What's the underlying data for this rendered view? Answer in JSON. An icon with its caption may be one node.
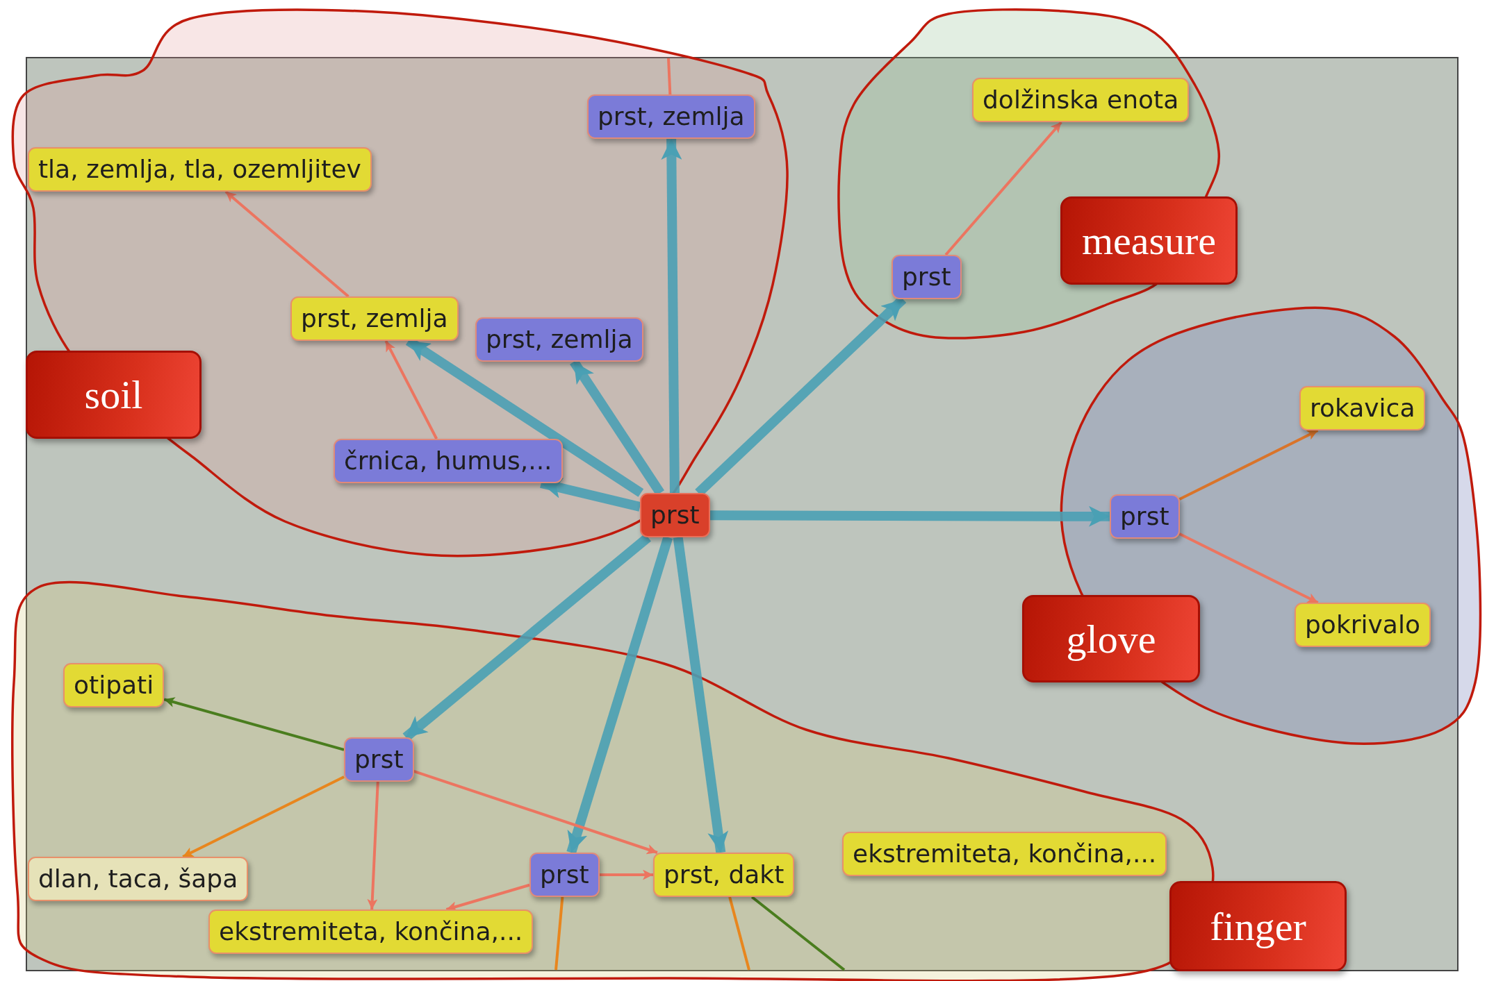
{
  "diagram": {
    "nodes": [
      {
        "text": [
          "soil"
        ]
      },
      {
        "text": [
          "prst, zemlja"
        ],
        "in": 0
      },
      {
        "text": [
          "tla, zemlja, tla, ozemljitev"
        ],
        "in": 0
      },
      {
        "text": [
          "prst, zemlja"
        ],
        "in": 0
      },
      {
        "text": [
          "prst, zemlja"
        ],
        "in": 0
      },
      {
        "text": [
          "črnica, humus,..."
        ],
        "in": 0
      },
      {
        "text": [
          "prst"
        ]
      },
      {
        "text": [
          "measure"
        ]
      },
      {
        "text": [
          "dolžinska enota"
        ],
        "in": 7
      },
      {
        "text": [
          "prst"
        ],
        "in": 7
      },
      {
        "text": [
          "glove"
        ]
      },
      {
        "text": [
          "prst"
        ],
        "in": 10
      },
      {
        "text": [
          "rokavica"
        ],
        "in": 10
      },
      {
        "text": [
          "pokrivalo"
        ],
        "in": 10
      },
      {
        "text": [
          "finger"
        ]
      },
      {
        "text": [
          "otipati"
        ],
        "in": 14
      },
      {
        "text": [
          "prst"
        ],
        "in": 14
      },
      {
        "text": [
          "dlan, taca, šapa"
        ],
        "in": 14
      },
      {
        "text": [
          "ekstremiteta, končina,..."
        ],
        "in": 14
      },
      {
        "text": [
          "prst"
        ],
        "in": 14
      },
      {
        "text": [
          "prst, dakt"
        ],
        "in": 14
      },
      {
        "text": [
          "ekstremiteta, končina,..."
        ],
        "in": 14
      }
    ],
    "edges": [
      {
        "from": 6,
        "to": 1,
        "arrow": "to",
        "style": "thick",
        "color": "#4aa0b4"
      },
      {
        "from": 6,
        "to": 4,
        "arrow": "to",
        "style": "thick",
        "color": "#4aa0b4"
      },
      {
        "from": 6,
        "to": 3,
        "arrow": "to",
        "style": "thick",
        "color": "#4aa0b4"
      },
      {
        "from": 6,
        "to": 5,
        "arrow": "to",
        "style": "thick",
        "color": "#4aa0b4"
      },
      {
        "from": 6,
        "to": 9,
        "arrow": "to",
        "style": "thick",
        "color": "#4aa0b4"
      },
      {
        "from": 6,
        "to": 11,
        "arrow": "to",
        "style": "thick",
        "color": "#4aa0b4"
      },
      {
        "from": 6,
        "to": 16,
        "arrow": "to",
        "style": "thick",
        "color": "#4aa0b4"
      },
      {
        "from": 6,
        "to": 19,
        "arrow": "to",
        "style": "thick",
        "color": "#4aa0b4"
      },
      {
        "from": 6,
        "to": 20,
        "arrow": "to",
        "style": "thick",
        "color": "#4aa0b4"
      },
      {
        "from": null,
        "to": 1,
        "arrow": "none",
        "color": "#ec7560"
      },
      {
        "from": 3,
        "to": 2,
        "arrow": "to",
        "color": "#ec7560"
      },
      {
        "from": 5,
        "to": 3,
        "arrow": "to",
        "color": "#ec7560"
      },
      {
        "from": 9,
        "to": 8,
        "arrow": "to",
        "color": "#ec7560"
      },
      {
        "from": 11,
        "to": 12,
        "arrow": "to",
        "color": "#d9742a"
      },
      {
        "from": 11,
        "to": 13,
        "arrow": "to",
        "color": "#ec7560"
      },
      {
        "from": 16,
        "to": 15,
        "arrow": "to",
        "color": "#4a7d1e"
      },
      {
        "from": 16,
        "to": 17,
        "arrow": "to",
        "color": "#e8861e"
      },
      {
        "from": 16,
        "to": 18,
        "arrow": "to",
        "color": "#ec7560"
      },
      {
        "from": 16,
        "to": 20,
        "arrow": "to",
        "color": "#ec7560"
      },
      {
        "from": 19,
        "to": 20,
        "arrow": "to",
        "color": "#ec7560"
      },
      {
        "from": 19,
        "to": 18,
        "arrow": "to",
        "color": "#ec7560"
      },
      {
        "from": 19,
        "to": null,
        "arrow": "none",
        "color": "#e8861e"
      },
      {
        "from": 20,
        "to": null,
        "arrow": "none",
        "color": "#e8861e"
      },
      {
        "from": 20,
        "to": null,
        "arrow": "none",
        "color": "#4a7d1e"
      }
    ]
  }
}
